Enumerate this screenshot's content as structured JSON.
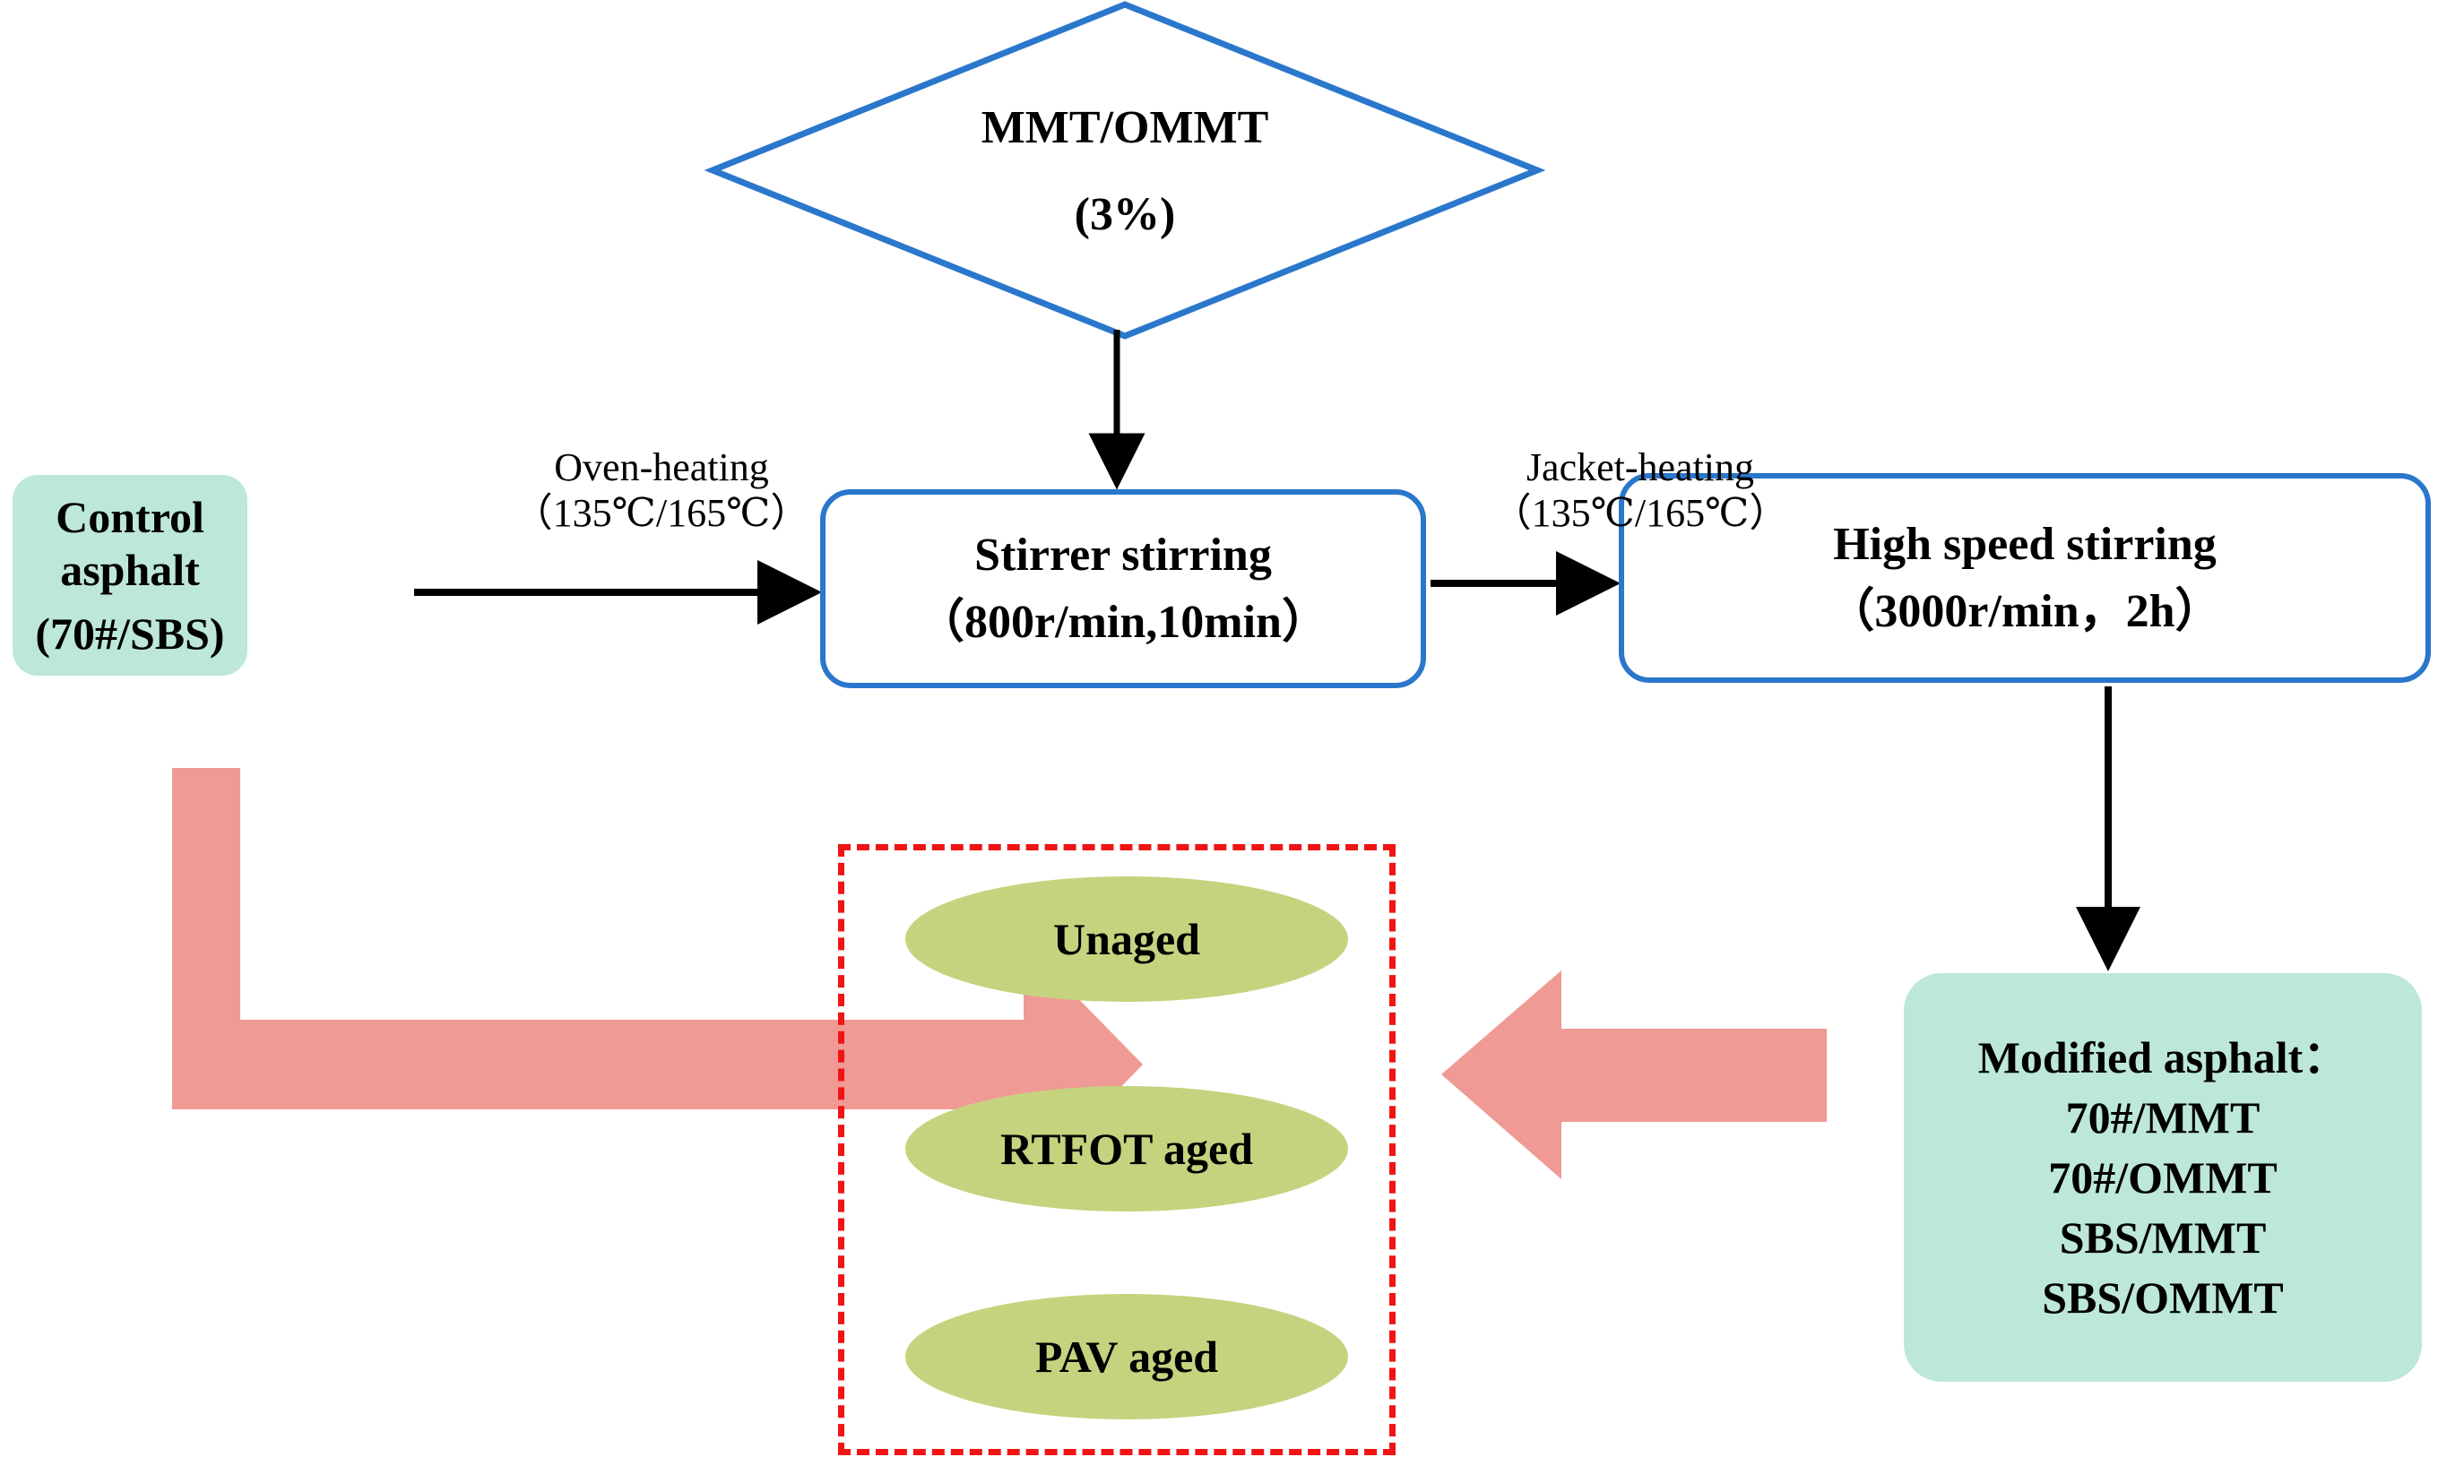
{
  "diagram": {
    "title": "Asphalt modification and aging experimental flowchart",
    "colors": {
      "green_fill": "#BDE8D7",
      "blue_stroke": "#2A77CC",
      "olive_fill": "#C6D37E",
      "pink_arrow": "#F09A95",
      "red_dashed": "#F01414",
      "black_arrow": "#000000"
    }
  },
  "nodes": {
    "additive": {
      "shape": "diamond",
      "line1": "MMT/OMMT",
      "line2": "(3%)"
    },
    "control_asphalt": {
      "shape": "rounded-rect-green",
      "line1": "Control asphalt",
      "line2": "(70#/SBS)"
    },
    "stirrer": {
      "shape": "rounded-rect-blue",
      "line1": "Stirrer stirring",
      "line2": "（800r/min,10min）"
    },
    "high_speed": {
      "shape": "rounded-rect-blue",
      "line1": "High speed stirring",
      "line2": "（3000r/min，2h）"
    },
    "modified_asphalt": {
      "shape": "rounded-rect-green",
      "heading": "Modified asphalt：",
      "items": [
        "70#/MMT",
        "70#/OMMT",
        "SBS/MMT",
        "SBS/OMMT"
      ]
    },
    "aging_states": [
      "Unaged",
      "RTFOT aged",
      "PAV aged"
    ]
  },
  "edges": {
    "oven_heating": {
      "line1": "Oven-heating",
      "line2": "（135℃/165℃）"
    },
    "jacket_heating": {
      "line1": "Jacket-heating",
      "line2": "（135℃/165℃）"
    }
  }
}
